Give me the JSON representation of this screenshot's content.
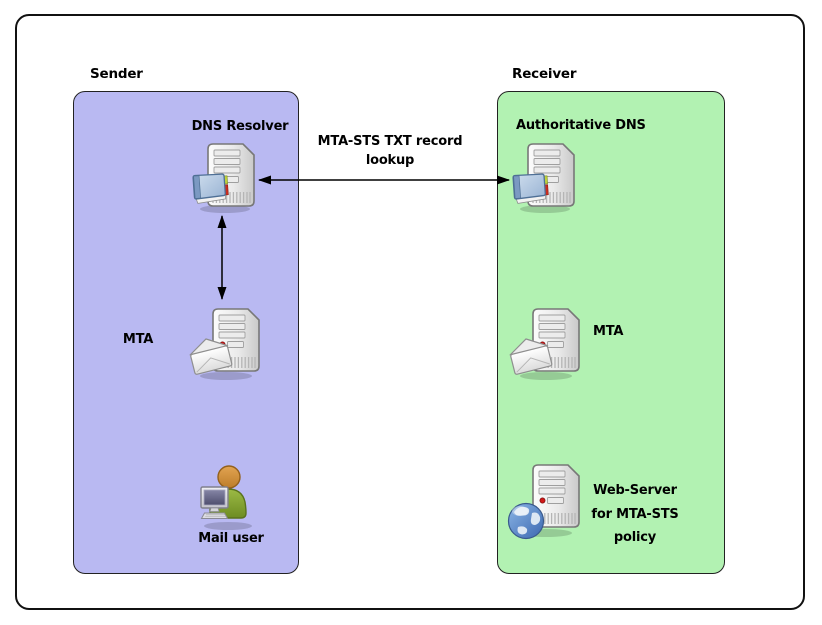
{
  "diagram": {
    "sender_group": {
      "label": "Sender",
      "bg_color": "#b9b9f2",
      "nodes": {
        "dns_resolver": {
          "label": "DNS Resolver",
          "icon": "dns-server-icon"
        },
        "mta": {
          "label": "MTA",
          "icon": "mail-server-icon"
        },
        "mail_user": {
          "label": "Mail user",
          "icon": "user-workstation-icon"
        }
      }
    },
    "receiver_group": {
      "label": "Receiver",
      "bg_color": "#b2f2b2",
      "nodes": {
        "authoritative_dns": {
          "label": "Authoritative DNS",
          "icon": "dns-server-icon"
        },
        "mta": {
          "label": "MTA",
          "icon": "mail-server-icon"
        },
        "web_server": {
          "label_line1": "Web-Server",
          "label_line2": "for MTA-STS",
          "label_line3": "policy",
          "icon": "web-server-icon"
        }
      }
    },
    "connections": {
      "txt_lookup": {
        "label_line1": "MTA-STS TXT record",
        "label_line2": "lookup",
        "style": "double-headed-arrow",
        "from": "dns_resolver",
        "to": "authoritative_dns"
      },
      "resolver_mta": {
        "style": "double-headed-arrow",
        "from": "dns_resolver",
        "to": "mta"
      }
    },
    "colors": {
      "border": "#111111",
      "arrow": "#000000",
      "led": "#d01818"
    }
  }
}
